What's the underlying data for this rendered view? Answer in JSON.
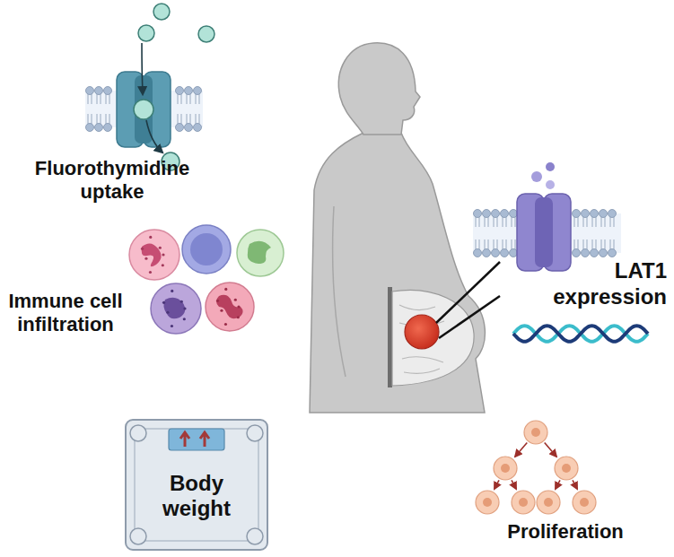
{
  "diagram": {
    "nodes": [
      {
        "text": [
          "Body weight"
        ]
      }
    ],
    "labels": [
      "Fluorothymidine uptake",
      "Immune cell infiltration",
      "LAT1 expression",
      "Proliferation"
    ]
  }
}
